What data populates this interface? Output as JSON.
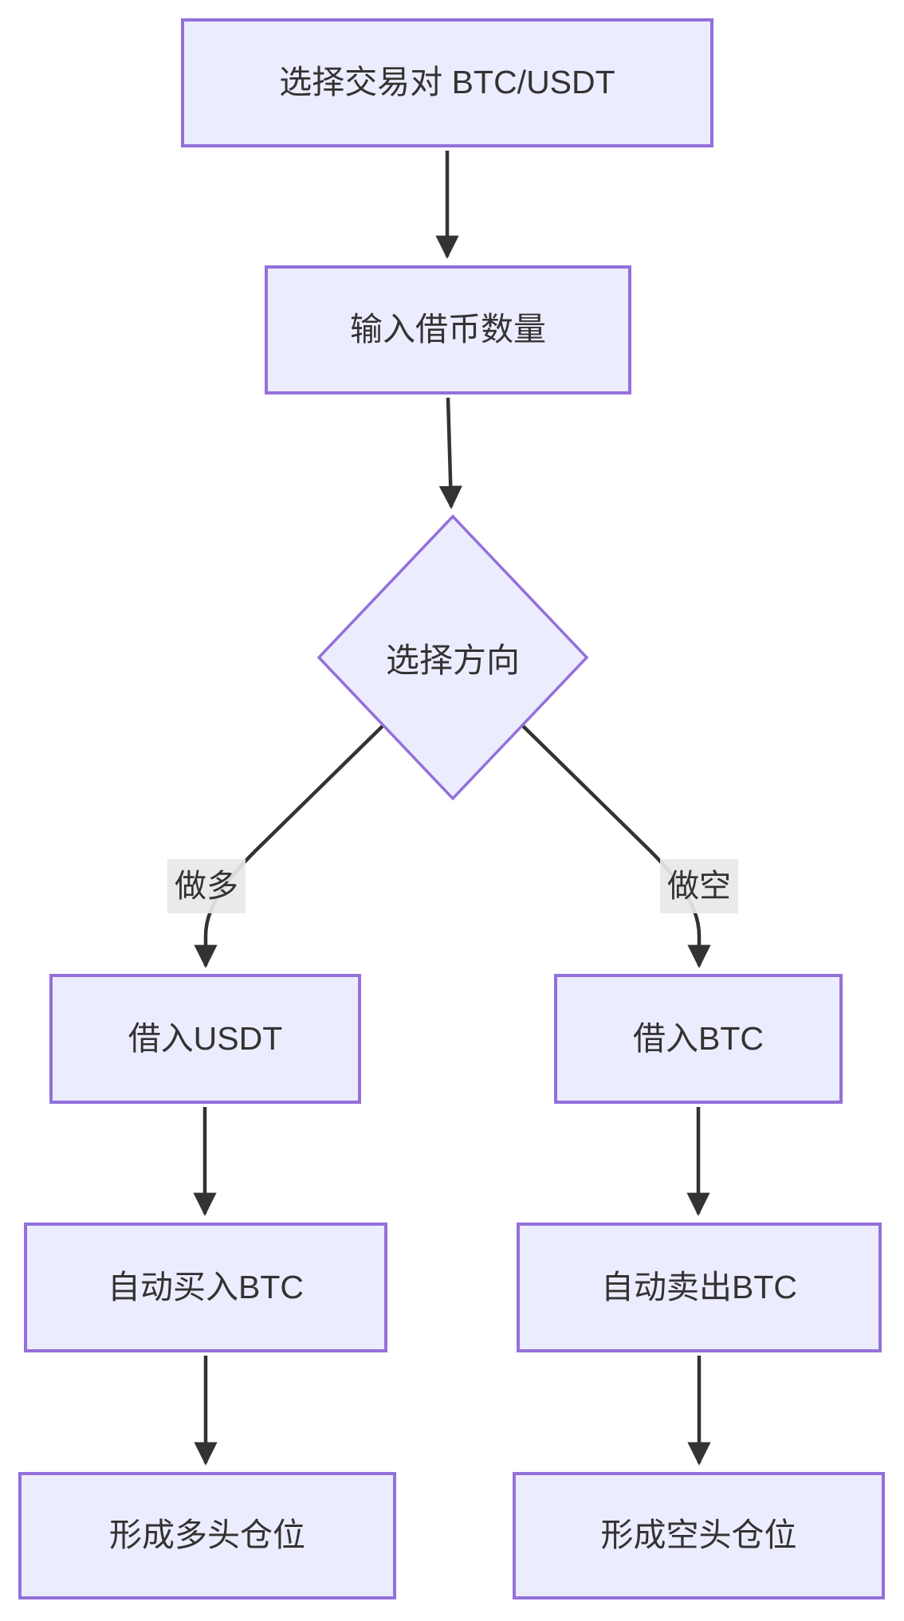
{
  "flowchart": {
    "nodes": [
      {
        "id": "A",
        "shape": "rect",
        "label": "选择交易对 BTC/USDT"
      },
      {
        "id": "B",
        "shape": "rect",
        "label": "输入借币数量"
      },
      {
        "id": "C",
        "shape": "diamond",
        "label": "选择方向"
      },
      {
        "id": "D",
        "shape": "rect",
        "label": "借入USDT"
      },
      {
        "id": "E",
        "shape": "rect",
        "label": "借入BTC"
      },
      {
        "id": "F",
        "shape": "rect",
        "label": "自动买入BTC"
      },
      {
        "id": "G",
        "shape": "rect",
        "label": "自动卖出BTC"
      },
      {
        "id": "H",
        "shape": "rect",
        "label": "形成多头仓位"
      },
      {
        "id": "I",
        "shape": "rect",
        "label": "形成空头仓位"
      }
    ],
    "edges": [
      {
        "from": "A",
        "to": "B",
        "label": ""
      },
      {
        "from": "B",
        "to": "C",
        "label": ""
      },
      {
        "from": "C",
        "to": "D",
        "label": "做多"
      },
      {
        "from": "C",
        "to": "E",
        "label": "做空"
      },
      {
        "from": "D",
        "to": "F",
        "label": ""
      },
      {
        "from": "E",
        "to": "G",
        "label": ""
      },
      {
        "from": "F",
        "to": "H",
        "label": ""
      },
      {
        "from": "G",
        "to": "I",
        "label": ""
      }
    ],
    "colors": {
      "node_fill": "#ECECFF",
      "node_border": "#9370DB",
      "edge_stroke": "#333333",
      "text": "#333333",
      "edge_label_bg": "#E8E8E8",
      "background": "#FFFFFF"
    }
  }
}
